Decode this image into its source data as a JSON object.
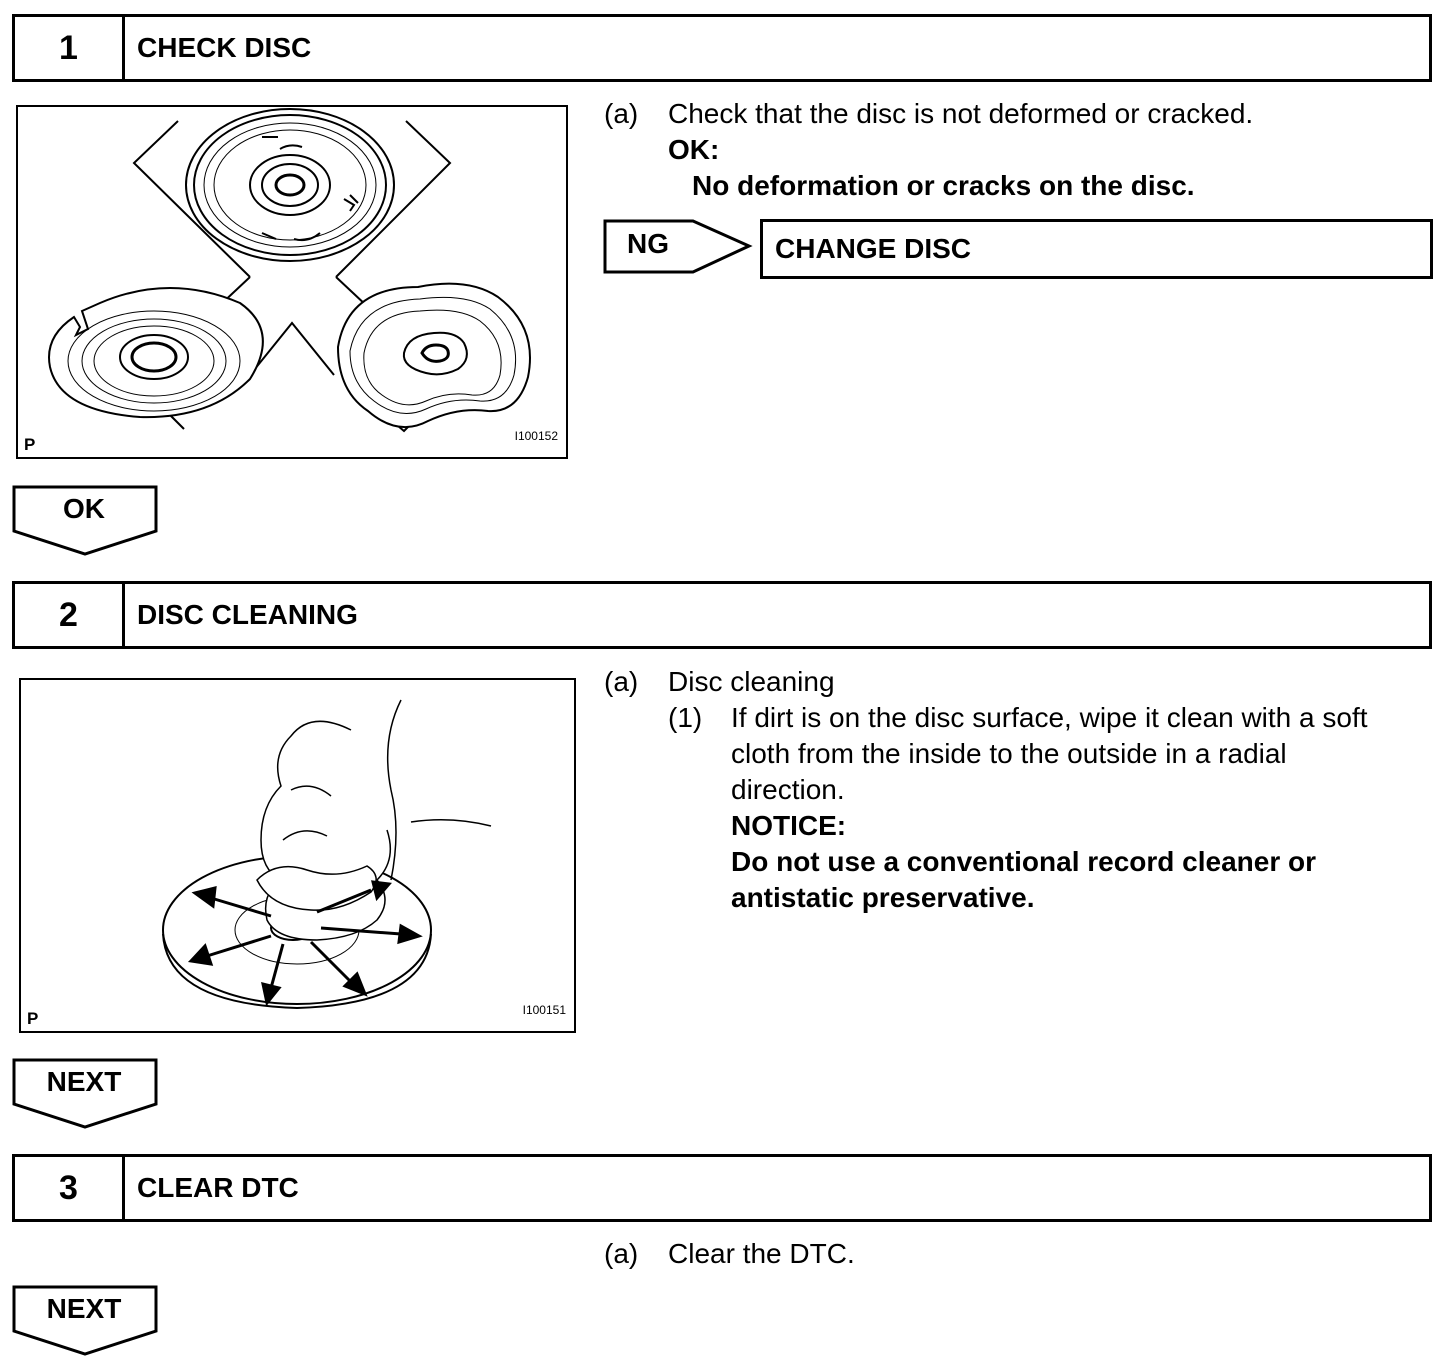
{
  "steps": [
    {
      "number": "1",
      "title": "CHECK DISC"
    },
    {
      "number": "2",
      "title": "DISC CLEANING"
    },
    {
      "number": "3",
      "title": "CLEAR DTC"
    }
  ],
  "figures": [
    {
      "corner_mark": "P",
      "code": "I100152"
    },
    {
      "corner_mark": "P",
      "code": "I100151"
    }
  ],
  "step1": {
    "item_marker": "(a)",
    "item_text": "Check that the disc is not deformed or cracked.",
    "ok_label": "OK:",
    "ok_text": "No deformation or cracks on the disc.",
    "ng_label": "NG",
    "ng_action": "CHANGE DISC",
    "ok_button": "OK"
  },
  "step2": {
    "item_marker": "(a)",
    "item_text": "Disc cleaning",
    "sub_marker": "(1)",
    "sub_lines": [
      "If dirt is on the disc surface, wipe it clean with a soft",
      "cloth from the inside to the outside in a radial",
      "direction."
    ],
    "notice_label": "NOTICE:",
    "notice_lines": [
      "Do not use a conventional record cleaner or",
      "antistatic preservative."
    ],
    "next_button": "NEXT"
  },
  "step3": {
    "item_marker": "(a)",
    "item_text": "Clear the DTC.",
    "next_button": "NEXT"
  }
}
